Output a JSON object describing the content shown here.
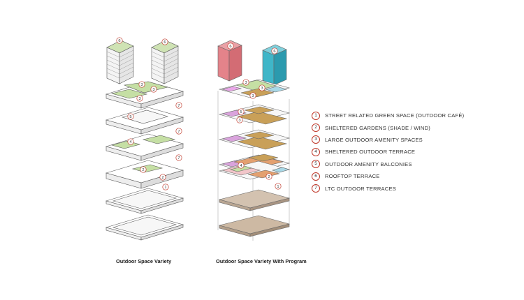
{
  "captions": {
    "left": "Outdoor Space Variety",
    "right": "Outdoor Space Variety With Program"
  },
  "legend": [
    {
      "num": "1",
      "label": "STREET RELATED GREEN SPACE (OUTDOOR CAFÉ)"
    },
    {
      "num": "2",
      "label": "SHELTERED GARDENS (SHADE / WIND)"
    },
    {
      "num": "3",
      "label": "LARGE OUTDOOR AMENITY SPACES"
    },
    {
      "num": "4",
      "label": "SHELTERED OUTDOOR TERRACE"
    },
    {
      "num": "5",
      "label": "OUTDOOR AMENITY BALCONIES"
    },
    {
      "num": "6",
      "label": "ROOFTOP TERRACE"
    },
    {
      "num": "7",
      "label": "LTC OUTDOOR TERRACES"
    }
  ],
  "colors": {
    "marker_ring": "#c0392b",
    "tower_pink": "#e4838a",
    "tower_teal": "#3fb6c8",
    "green_space": "#c5dfa4",
    "brown_program": "#c9a058",
    "orange_program": "#e3a06f",
    "purple_program": "#d9a3dc",
    "pink_program": "#f2c5c9",
    "blue_program": "#a9d8e6",
    "grey_base": "#cdb9a3"
  },
  "markers_left": [
    "6",
    "6",
    "3",
    "3",
    "3",
    "7",
    "5",
    "7",
    "4",
    "7",
    "2",
    "2",
    "1"
  ],
  "markers_right": [
    "6",
    "6",
    "3",
    "3",
    "3",
    "5",
    "3",
    "4",
    "2",
    "1"
  ]
}
